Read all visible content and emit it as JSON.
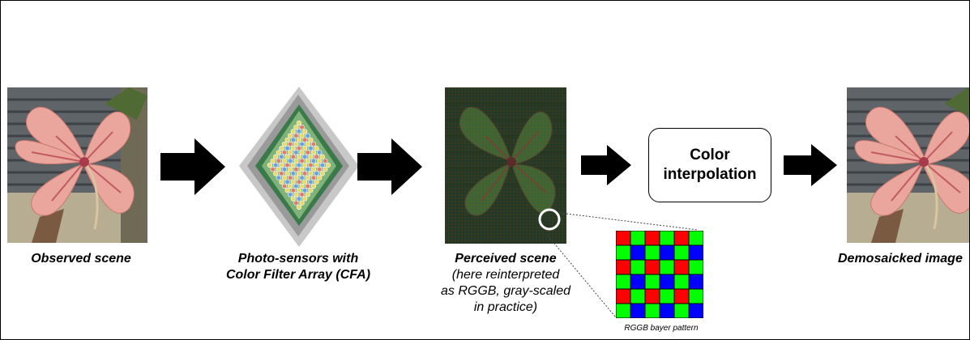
{
  "labels": {
    "observed": "Observed scene",
    "sensor_line1": "Photo-sensors with",
    "sensor_line2": "Color Filter Array (CFA)",
    "perceived_title": "Perceived scene",
    "perceived_line2": "(here reinterpreted",
    "perceived_line3": "as RGGB, gray-scaled",
    "perceived_line4": "in practice)",
    "interpolation": "Color\ninterpolation",
    "bayer_caption": "RGGB bayer pattern",
    "demosaicked": "Demosaicked image"
  },
  "colors": {
    "red": "#ff0000",
    "green": "#00ff00",
    "blue": "#0000ff",
    "arrow": "#000000"
  },
  "bayer": {
    "rows": [
      [
        "R",
        "G",
        "R",
        "G",
        "R",
        "G"
      ],
      [
        "G",
        "B",
        "G",
        "B",
        "G",
        "B"
      ],
      [
        "R",
        "G",
        "R",
        "G",
        "R",
        "G"
      ],
      [
        "G",
        "B",
        "G",
        "B",
        "G",
        "B"
      ],
      [
        "R",
        "G",
        "R",
        "G",
        "R",
        "G"
      ],
      [
        "G",
        "B",
        "G",
        "B",
        "G",
        "B"
      ]
    ]
  }
}
